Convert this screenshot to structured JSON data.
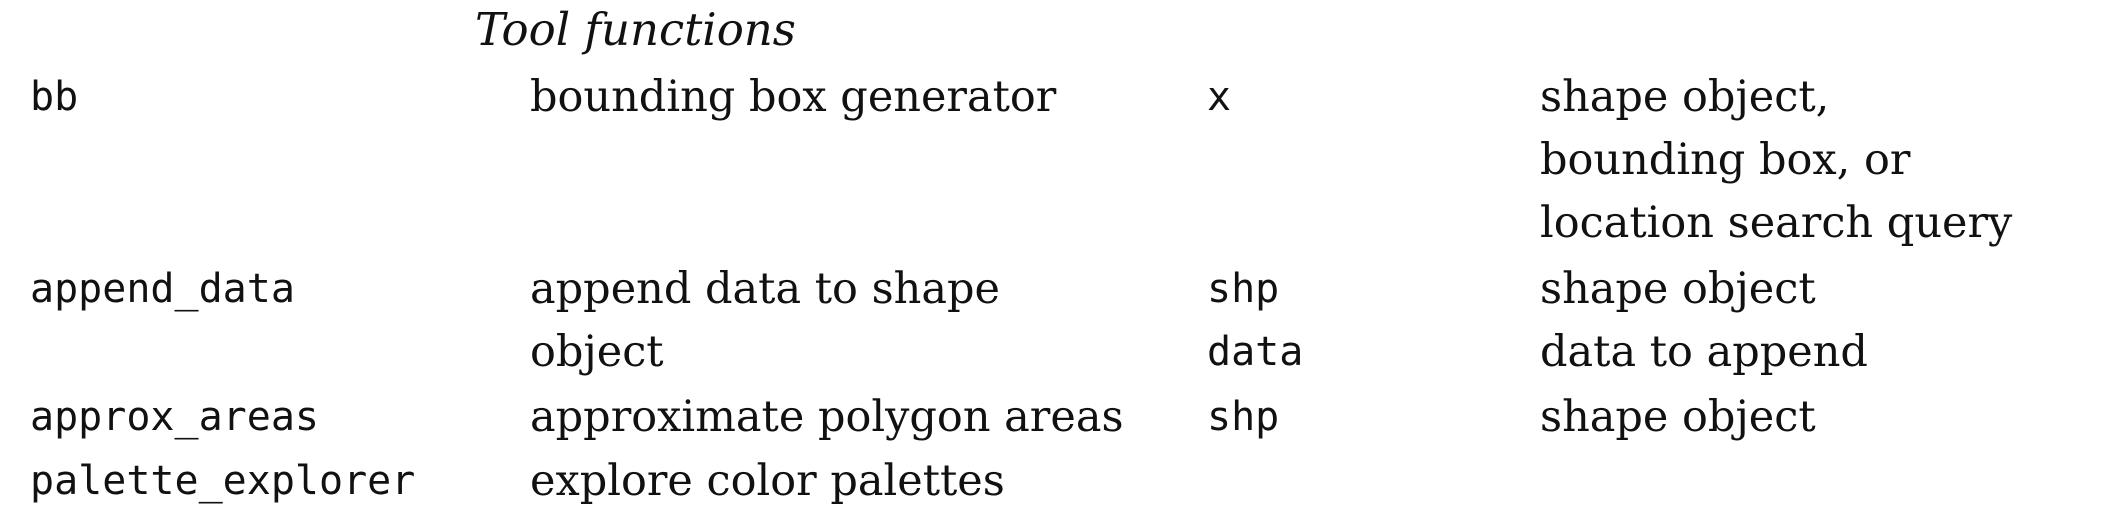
{
  "section_title": "Tool functions",
  "functions": [
    {
      "name": "bb",
      "description_lines": [
        "bounding box generator"
      ],
      "arguments": [
        {
          "name": "x",
          "description_lines": [
            "shape object,",
            "bounding box, or",
            "location search query"
          ]
        }
      ]
    },
    {
      "name": "append_data",
      "description_lines": [
        "append data to shape",
        "object"
      ],
      "arguments": [
        {
          "name": "shp",
          "description_lines": [
            "shape object"
          ]
        },
        {
          "name": "data",
          "description_lines": [
            "data to append"
          ]
        }
      ]
    },
    {
      "name": "approx_areas",
      "description_lines": [
        "approximate polygon areas"
      ],
      "arguments": [
        {
          "name": "shp",
          "description_lines": [
            "shape object"
          ]
        }
      ]
    },
    {
      "name": "palette_explorer",
      "description_lines": [
        "explore color palettes"
      ],
      "arguments": []
    }
  ]
}
